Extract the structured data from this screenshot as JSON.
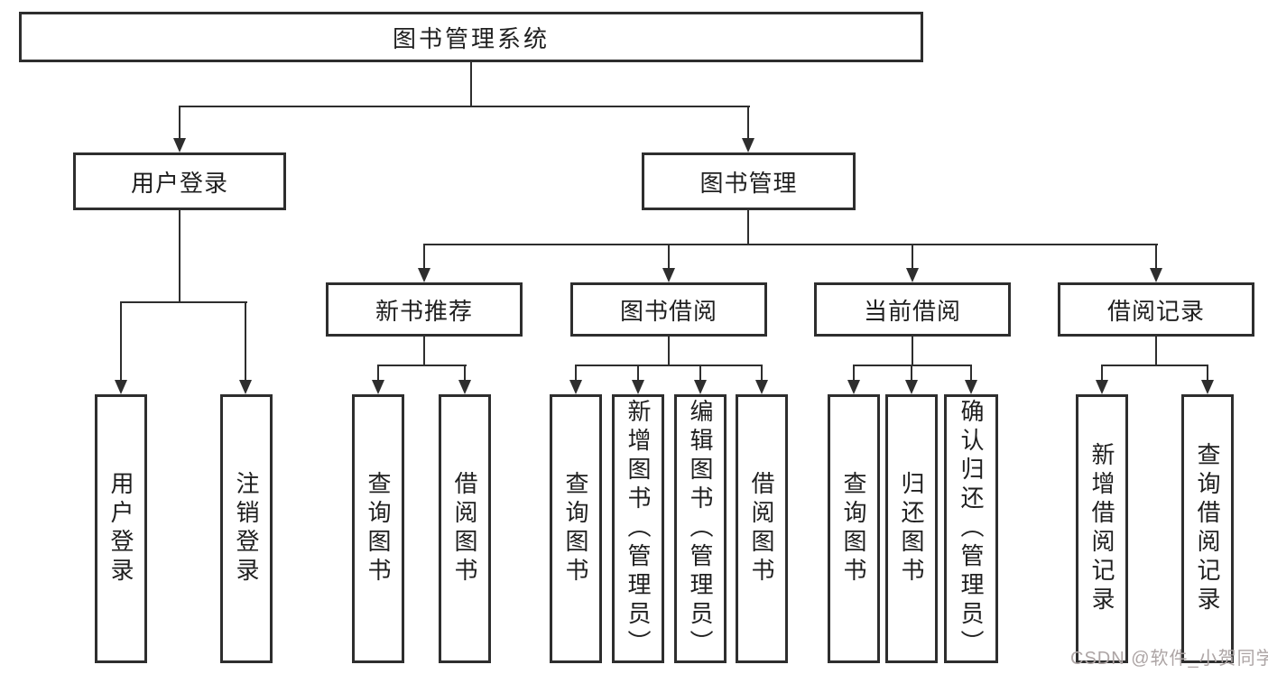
{
  "diagram": {
    "nodes": {
      "root": "图书管理系统",
      "level1": [
        "用户登录",
        "图书管理"
      ],
      "login_leaves": [
        "用户登录",
        "注销登录"
      ],
      "level2": [
        "新书推荐",
        "图书借阅",
        "当前借阅",
        "借阅记录"
      ],
      "recommend_leaves": [
        "查询图书",
        "借阅图书"
      ],
      "borrow_leaves": [
        "查询图书",
        "新增图书（管理员）",
        "编辑图书（管理员）",
        "借阅图书"
      ],
      "current_leaves": [
        "查询图书",
        "归还图书",
        "确认归还（管理员）"
      ],
      "record_leaves": [
        "新增借阅记录",
        "查询借阅记录"
      ]
    },
    "colors": {
      "line": "#2e2e2e",
      "box_background": "#ffffff",
      "text": "#1f1f1f",
      "watermark": "#ada5a5"
    }
  },
  "watermark": {
    "text": "CSDN @软件_小贺同学"
  }
}
